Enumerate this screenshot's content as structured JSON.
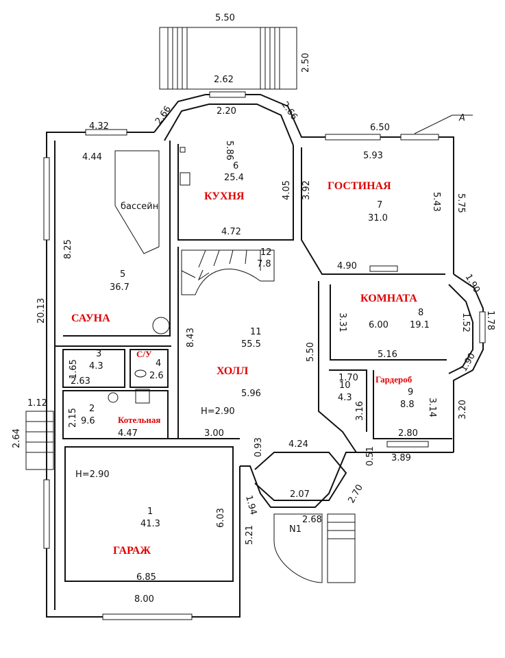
{
  "rooms": {
    "sauna": {
      "name": "САУНА",
      "num": "5",
      "area": "36.7",
      "pool": "бассейн"
    },
    "kitchen": {
      "name": "КУХНЯ",
      "num": "6",
      "area": "25.4"
    },
    "living": {
      "name": "ГОСТИНАЯ",
      "num": "7",
      "area": "31.0"
    },
    "room": {
      "name": "КОМНАТА",
      "num": "8",
      "area": "19.1"
    },
    "hall": {
      "name": "ХОЛЛ",
      "num": "11",
      "area": "55.5"
    },
    "stairs": {
      "num": "12",
      "area": "7.8"
    },
    "bath3": {
      "num": "3",
      "area": "4.3"
    },
    "wc": {
      "name": "С/У",
      "num": "4",
      "area": "2.6"
    },
    "boiler": {
      "name": "Котельная",
      "num": "2",
      "area": "9.6"
    },
    "closet10": {
      "num": "10",
      "area": "4.3"
    },
    "wardrobe": {
      "name": "Гардероб",
      "num": "9",
      "area": "8.8"
    },
    "garage": {
      "name": "ГАРАЖ",
      "num": "1",
      "area": "41.3"
    }
  },
  "heights": {
    "hall": "H=2.90",
    "garage": "H=2.90"
  },
  "entrance": "N1",
  "axis_mark": "A",
  "dims": {
    "d550": "5.50",
    "d250": "2.50",
    "d262": "2.62",
    "d220": "2.20",
    "d266a": "2.66",
    "d266b": "2.66",
    "d432": "4.32",
    "d444": "4.44",
    "d586": "5.86",
    "d650": "6.50",
    "d593": "5.93",
    "d405": "4.05",
    "d392": "3.92",
    "d543": "5.43",
    "d575": "5.75",
    "d472": "4.72",
    "d825": "8.25",
    "d2013": "20.13",
    "d490": "4.90",
    "d190a": "1.90",
    "d152": "1.52",
    "d178": "1.78",
    "d190b": "1.90",
    "d600": "6.00",
    "d331": "3.31",
    "d843": "8.43",
    "d550b": "5.50",
    "d516": "5.16",
    "d165": "1.65",
    "d263": "2.63",
    "d112": "1.12",
    "d215": "2.15",
    "d264": "2.64",
    "d447": "4.47",
    "d300": "3.00",
    "d596": "5.96",
    "d170": "1.70",
    "d316": "3.16",
    "d314": "3.14",
    "d320": "3.20",
    "d280": "2.80",
    "d093": "0.93",
    "d424": "4.24",
    "d051": "0.51",
    "d389": "3.89",
    "d270": "2.70",
    "d207": "2.07",
    "d268": "2.68",
    "d194": "1.94",
    "d521": "5.21",
    "d603": "6.03",
    "d685": "6.85",
    "d800": "8.00"
  }
}
